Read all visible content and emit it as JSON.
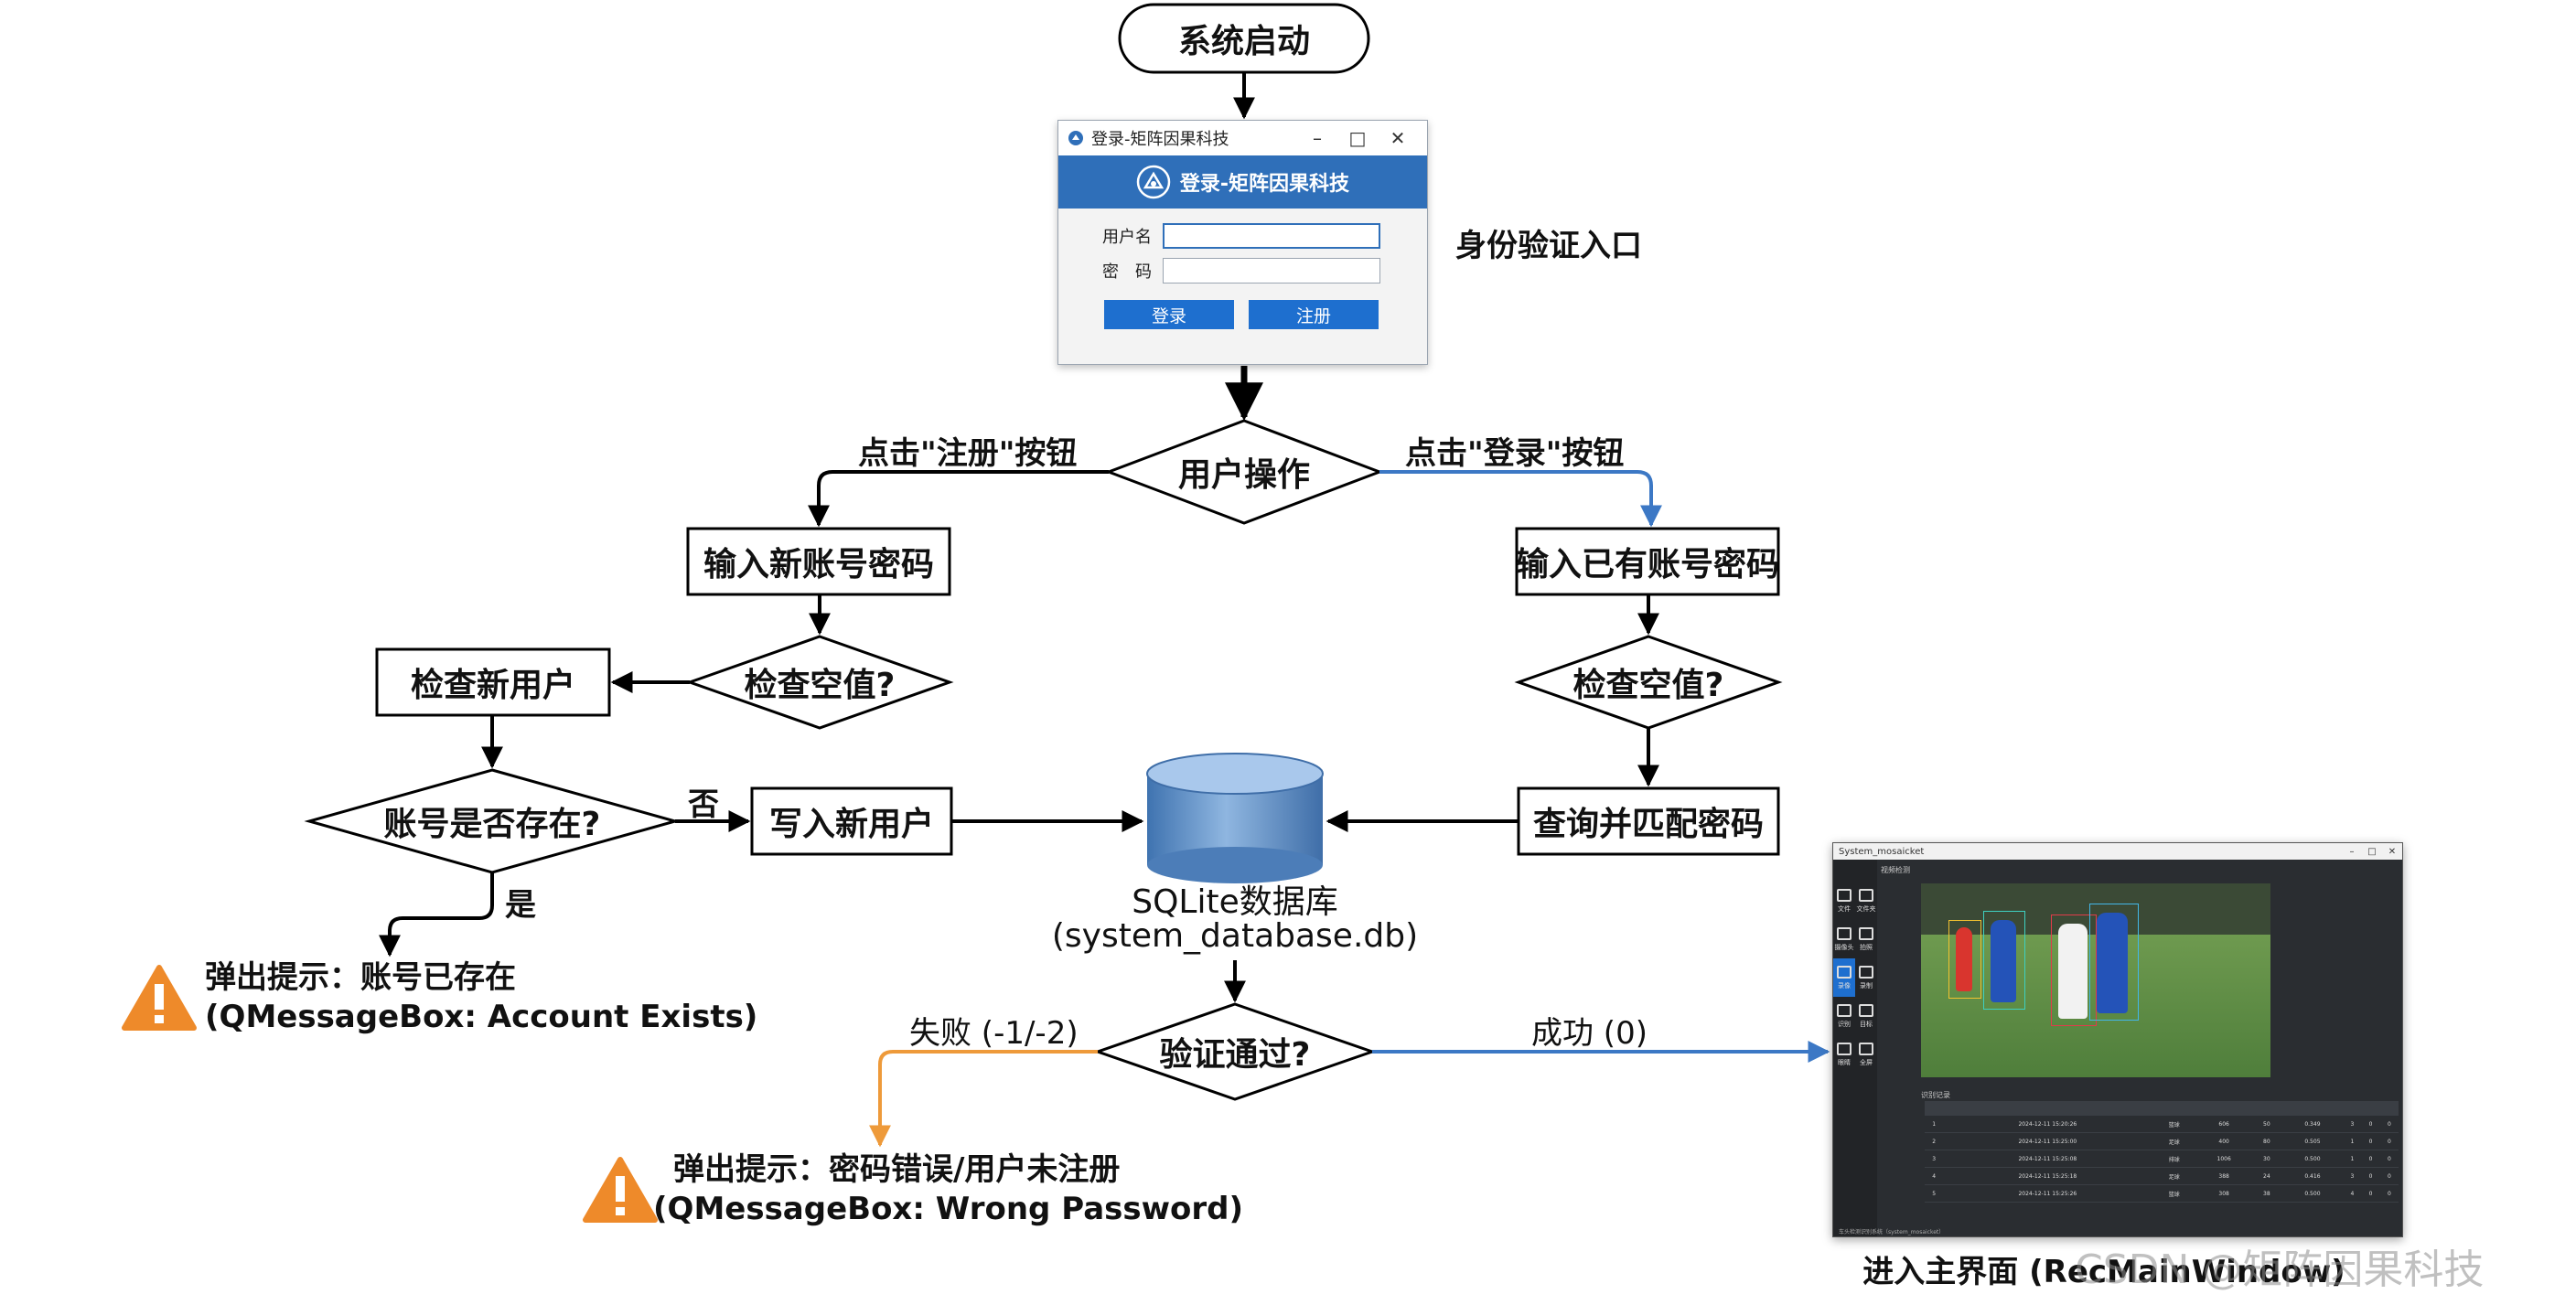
{
  "nodes": {
    "start": "系统启动",
    "auth_entry": "身份验证入口",
    "user_action": "用户操作",
    "input_new": "输入新账号密码",
    "input_existing": "输入已有账号密码",
    "check_empty_left": "检查空值?",
    "check_empty_right": "检查空值?",
    "check_new_user": "检查新用户",
    "account_exists": "账号是否存在?",
    "write_user": "写入新用户",
    "query_match": "查询并匹配密码",
    "database": "SQLite数据库",
    "database_file": "(system_database.db)",
    "verify_pass": "验证通过?",
    "main_ui": "进入主界面 (RecMainWindow)"
  },
  "edge_labels": {
    "click_register": "点击\"注册\"按钮",
    "click_login": "点击\"登录\"按钮",
    "no": "否",
    "yes": "是",
    "fail": "失败 (-1/-2)",
    "success": "成功 (0)"
  },
  "alerts": {
    "account_exists_title": "弹出提示：账号已存在",
    "account_exists_detail": "(QMessageBox: Account Exists)",
    "wrong_password_title": "弹出提示：密码错误/用户未注册",
    "wrong_password_detail": "(QMessageBox: Wrong Password)",
    "icon": "warning-triangle-icon",
    "icon_color": "#ee8a2a"
  },
  "login_window": {
    "title": "登录-矩阵因果科技",
    "banner": "登录-矩阵因果科技",
    "username_label": "用户名",
    "password_label": "密　码",
    "login_button": "登录",
    "register_button": "注册",
    "accent_color": "#2f6fb9"
  },
  "main_window": {
    "title": "System_mosaicket",
    "tab": "视频检测",
    "sidebar": [
      "文件",
      "文件夹",
      "摄像头",
      "拍照",
      "录像",
      "录制",
      "识别",
      "目标",
      "眼睛",
      "全屏"
    ],
    "log_label": "识别记录",
    "status_text": "车头检测识别系统（system_mosaicket）",
    "table_rows": [
      [
        "1",
        "2024-12-11 15:20:26",
        "篮球",
        "606",
        "50",
        "0.349",
        "3",
        "0",
        "0"
      ],
      [
        "2",
        "2024-12-11 15:25:00",
        "足球",
        "400",
        "80",
        "0.505",
        "1",
        "0",
        "0"
      ],
      [
        "3",
        "2024-12-11 15:25:08",
        "排球",
        "1006",
        "30",
        "0.500",
        "1",
        "0",
        "0"
      ],
      [
        "4",
        "2024-12-11 15:25:18",
        "足球",
        "388",
        "24",
        "0.416",
        "3",
        "0",
        "0"
      ],
      [
        "5",
        "2024-12-11 15:25:26",
        "篮球",
        "308",
        "38",
        "0.500",
        "4",
        "0",
        "0"
      ]
    ]
  },
  "watermark": "CSDN @矩阵因果科技",
  "colors": {
    "line": "#000000",
    "blue_path": "#3c78c5",
    "orange_path": "#ee9a3a",
    "database": "#5b8dc6"
  }
}
